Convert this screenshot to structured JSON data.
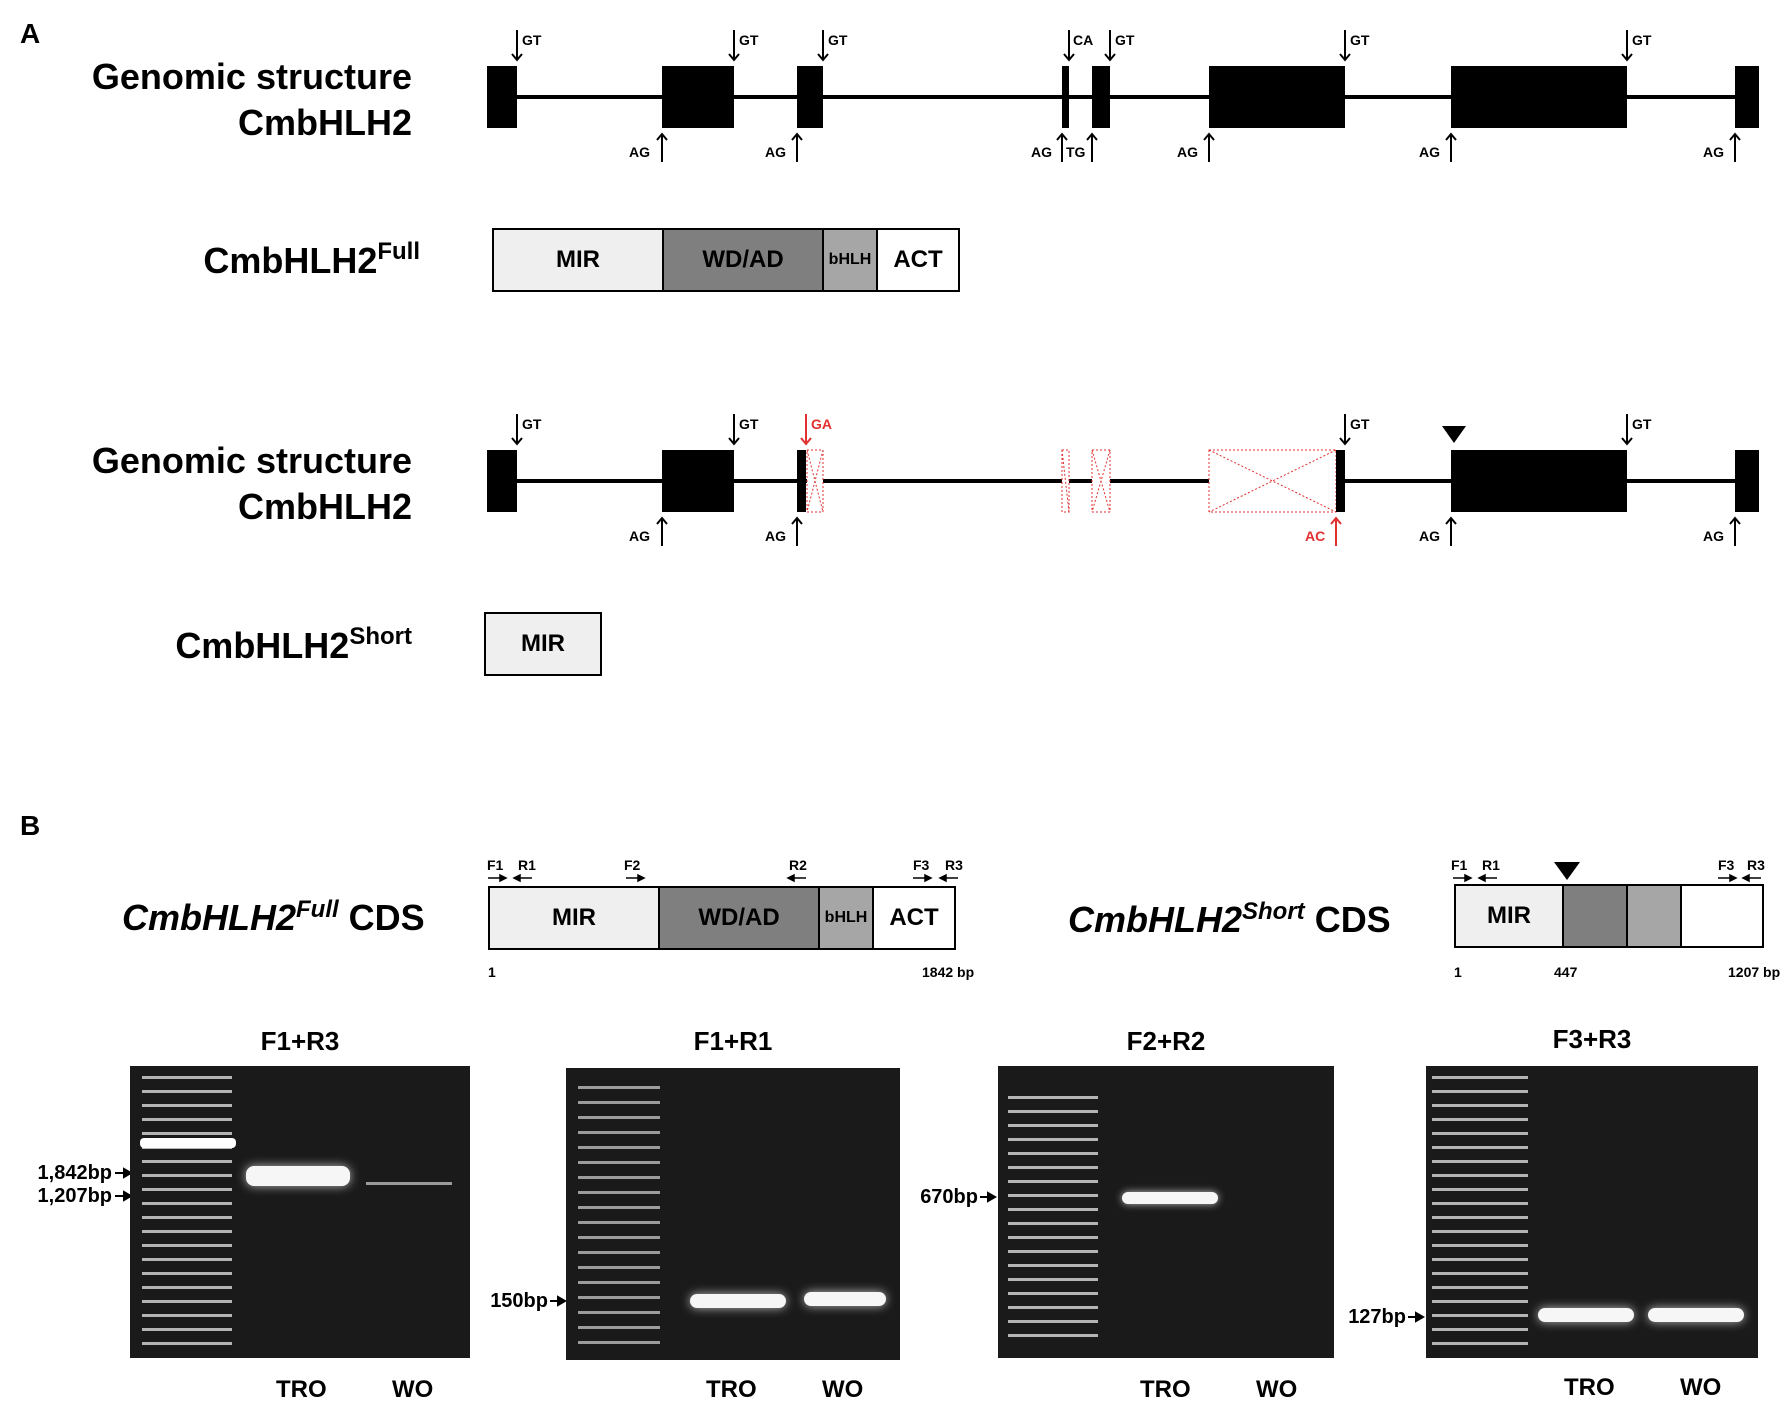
{
  "panel_a": {
    "letter": "A",
    "full": {
      "title_line1": "Genomic structure",
      "title_line2": "CmbHLH2",
      "protein_base": "CmbHLH2",
      "protein_sup": "Full",
      "domains": [
        "MIR",
        "WD/AD",
        "bHLH",
        "ACT"
      ],
      "donor_labels": [
        "GT",
        "GT",
        "GT",
        "CA",
        "GT",
        "GT",
        "GT"
      ],
      "acceptor_labels": [
        "AG",
        "AG",
        "AG",
        "TG",
        "AG",
        "AG",
        "AG"
      ]
    },
    "short": {
      "title_line1": "Genomic structure",
      "title_line2": "CmbHLH2",
      "protein_base": "CmbHLH2",
      "protein_sup": "Short",
      "domains": [
        "MIR"
      ],
      "donor_labels": [
        "GT",
        "GT",
        "GA",
        "GT",
        "GT"
      ],
      "acceptor_labels": [
        "AG",
        "AG",
        "AC",
        "AG",
        "AG"
      ]
    }
  },
  "panel_b": {
    "letter": "B",
    "full_cds": {
      "label_base": "CmbHLH2",
      "label_sup": "Full",
      "label_suffix": " CDS",
      "domains": [
        "MIR",
        "WD/AD",
        "bHLH",
        "ACT"
      ],
      "primers": [
        "F1",
        "R1",
        "F2",
        "R2",
        "F3",
        "R3"
      ],
      "start": "1",
      "end": "1842 bp"
    },
    "short_cds": {
      "label_base": "CmbHLH2",
      "label_sup": "Short",
      "label_suffix": " CDS",
      "domains": [
        "MIR"
      ],
      "primers": [
        "F1",
        "R1",
        "F3",
        "R3"
      ],
      "start": "1",
      "mid": "447",
      "end": "1207 bp"
    },
    "gels": [
      {
        "title": "F1+R3",
        "sizes": [
          "1,842bp",
          "1,207bp"
        ],
        "lanes": [
          "TRO",
          "WO"
        ]
      },
      {
        "title": "F1+R1",
        "sizes": [
          "150bp"
        ],
        "lanes": [
          "TRO",
          "WO"
        ]
      },
      {
        "title": "F2+R2",
        "sizes": [
          "670bp"
        ],
        "lanes": [
          "TRO",
          "WO"
        ]
      },
      {
        "title": "F3+R3",
        "sizes": [
          "127bp"
        ],
        "lanes": [
          "TRO",
          "WO"
        ]
      }
    ]
  },
  "colors": {
    "mir": "#efefef",
    "wd_ad": "#7f7f7f",
    "bhlh": "#a6a6a6",
    "act": "#ffffff",
    "exon": "#000000",
    "deletion": "#e03030",
    "gel_bg": "#1a1a1a",
    "band": "#f2f2f2"
  }
}
